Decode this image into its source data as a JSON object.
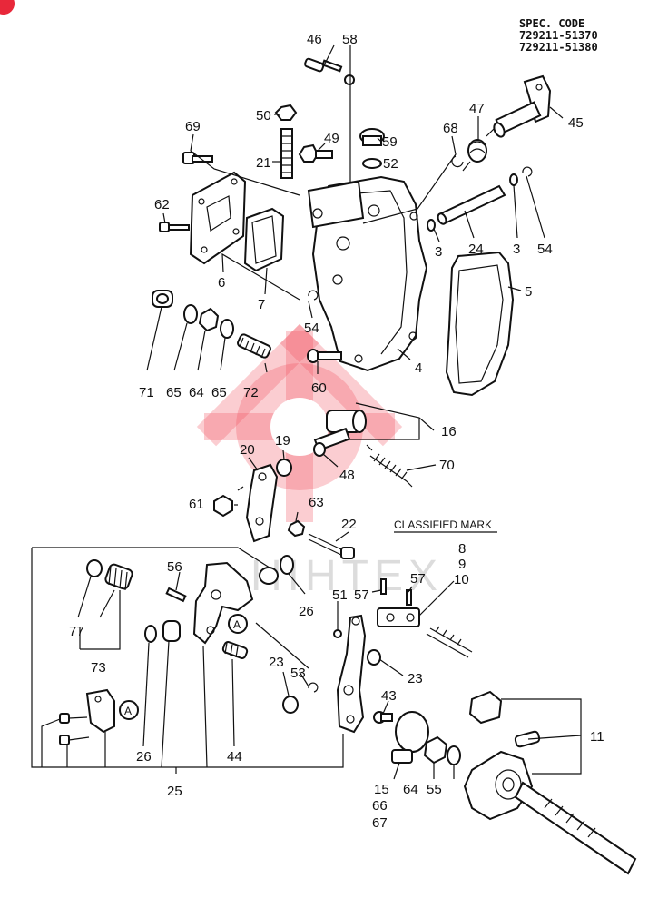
{
  "spec": {
    "title": "SPEC. CODE",
    "codes": [
      "729211-51370",
      "729211-51380"
    ]
  },
  "classified_mark": "CLASSIFIED MARK",
  "watermark": "HIHTEX",
  "circle_marker": "A",
  "colors": {
    "watermark": "#f04a5a",
    "line": "#111111",
    "badge": "#e8283a"
  },
  "labels": {
    "p46": "46",
    "p58": "58",
    "p45": "45",
    "p47": "47",
    "p50": "50",
    "p69": "69",
    "p49": "49",
    "p59": "59",
    "p68": "68",
    "p21": "21",
    "p52": "52",
    "p62": "62",
    "p3a": "3",
    "p24": "24",
    "p3b": "3",
    "p54a": "54",
    "p6": "6",
    "p7": "7",
    "p5": "5",
    "p54b": "54",
    "p71": "71",
    "p65a": "65",
    "p64a": "64",
    "p65b": "65",
    "p72": "72",
    "p60": "60",
    "p4": "4",
    "p16": "16",
    "p20": "20",
    "p19": "19",
    "p48": "48",
    "p70": "70",
    "p61": "61",
    "p63": "63",
    "p22": "22",
    "p8": "8",
    "p9": "9",
    "p10": "10",
    "p56": "56",
    "p26a": "26",
    "p57a": "57",
    "p57b": "57",
    "p51": "51",
    "p77": "77",
    "p73": "73",
    "p23a": "23",
    "p53": "53",
    "p23b": "23",
    "p43": "43",
    "p11": "11",
    "p26b": "26",
    "p44": "44",
    "p25": "25",
    "p15": "15",
    "p66": "66",
    "p67": "67",
    "p64b": "64",
    "p55": "55"
  }
}
